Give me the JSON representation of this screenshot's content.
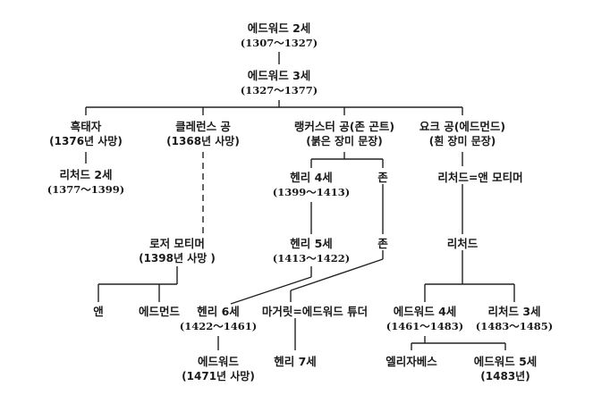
{
  "nodes": {
    "edward2": {
      "name": "에드워드 2세",
      "sub": "(1307～1327)"
    },
    "edward3": {
      "name": "에드워드 3세",
      "sub": "(1327～1377)"
    },
    "black_prince": {
      "name": "흑태자",
      "sub": "(1376년 사망)"
    },
    "clarence": {
      "name": "클레런스 공",
      "sub": "(1368년 사망)"
    },
    "lancaster": {
      "name": "랭커스터 공(존 곤트)",
      "sub": "(붉은 장미 문장)"
    },
    "york": {
      "name": "요크 공(에드먼드)",
      "sub": "(흰 장미 문장)"
    },
    "richard2": {
      "name": "리처드 2세",
      "sub": "(1377～1399)"
    },
    "henry4": {
      "name": "헨리 4세",
      "sub": "(1399～1413)"
    },
    "john1": {
      "name": "존"
    },
    "richard_anne": {
      "name": "리처드=앤 모티머"
    },
    "roger": {
      "name": "로저 모티머",
      "sub": "(1398년 사망 )"
    },
    "henry5": {
      "name": "헨리 5세",
      "sub": "(1413～1422)"
    },
    "john2": {
      "name": "존"
    },
    "richard": {
      "name": "리처드"
    },
    "anne": {
      "name": "앤"
    },
    "edmund": {
      "name": "에드먼드"
    },
    "henry6": {
      "name": "헨리 6세",
      "sub": "(1422～1461)"
    },
    "margaret_edmund": {
      "name": "마거릿=에드워드 튜더"
    },
    "edward4": {
      "name": "에드워드 4세",
      "sub": "(1461～1483)"
    },
    "richard3": {
      "name": "리처드 3세",
      "sub": "(1483～1485)"
    },
    "edward": {
      "name": "에드워드",
      "sub": "(1471년 사망)"
    },
    "henry7": {
      "name": "헨리 7세"
    },
    "elizabeth": {
      "name": "엘리자베스"
    },
    "edward5": {
      "name": "에드워드 5세",
      "sub": "(1483년)"
    }
  }
}
